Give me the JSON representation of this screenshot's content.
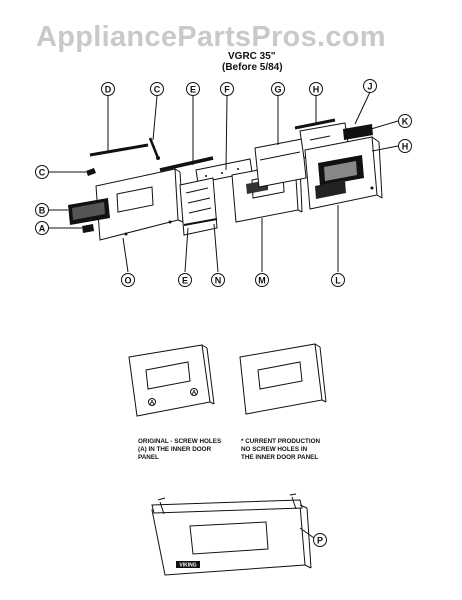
{
  "watermark": "AppliancePartsPros.com",
  "title": {
    "model": "VGRC 35\"",
    "date": "(Before 5/84)"
  },
  "callouts": {
    "D": "D",
    "C_top": "C",
    "E_top": "E",
    "F": "F",
    "G": "G",
    "H_top": "H",
    "J": "J",
    "K": "K",
    "H_right": "H",
    "C_left": "C",
    "B": "B",
    "A": "A",
    "O": "O",
    "E_bottom": "E",
    "N": "N",
    "M": "M",
    "L": "L",
    "P": "P"
  },
  "panel_marks": {
    "A_left": "A",
    "A_right": "A"
  },
  "notes": {
    "original": [
      "ORIGINAL - SCREW HOLES",
      "(A) IN THE INNER DOOR",
      "PANEL"
    ],
    "current": [
      "* CURRENT PRODUCTION",
      "NO SCREW HOLES IN",
      "THE INNER DOOR PANEL"
    ]
  },
  "door_badge": "VIKING"
}
